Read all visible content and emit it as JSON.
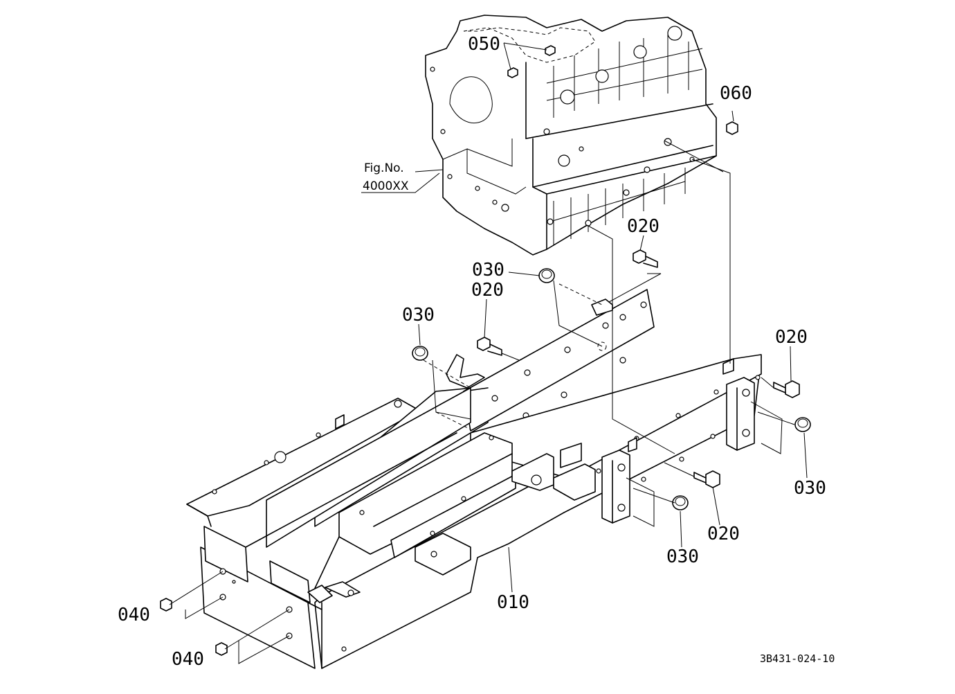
{
  "callouts": {
    "p010": "010",
    "p020a": "020",
    "p020b": "020",
    "p020c": "020",
    "p020d": "020",
    "p030a": "030",
    "p030b": "030",
    "p030c": "030",
    "p030d": "030",
    "p040a": "040",
    "p040b": "040",
    "p050": "050",
    "p060": "060"
  },
  "figure_ref": {
    "line1": "Fig.No.",
    "line2": "4000XX"
  },
  "drawing_code": "3B431-024-10"
}
